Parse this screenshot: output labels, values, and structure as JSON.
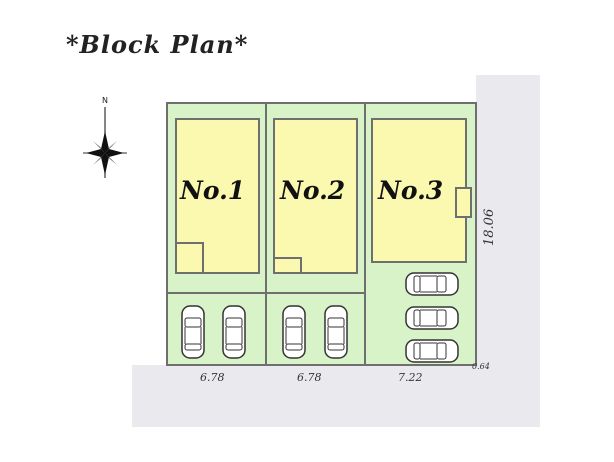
{
  "title": "*Block Plan*",
  "compass": {
    "north_label": "N",
    "icon": "compass-rose-icon"
  },
  "lots": [
    {
      "label": "No.1",
      "frontage": "6.78"
    },
    {
      "label": "No.2",
      "frontage": "6.78"
    },
    {
      "label": "No.3",
      "frontage": "7.22"
    }
  ],
  "side_dimension": "18.06",
  "corner_dimension": "0.64",
  "colors": {
    "lot": "#d9f3c8",
    "house": "#fbf8b0",
    "road": "#e9e9ee",
    "line": "#6f6f6f"
  }
}
